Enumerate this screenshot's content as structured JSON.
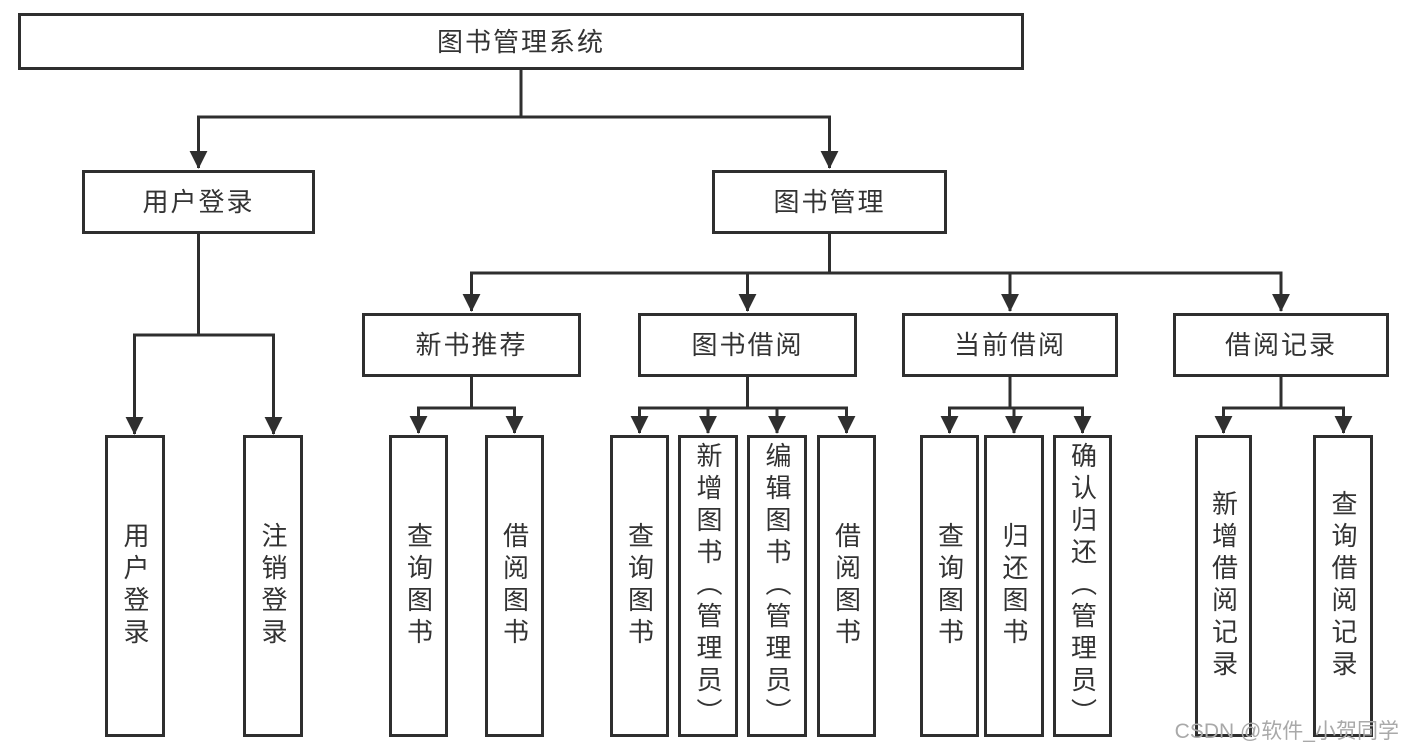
{
  "diagram": {
    "root": "图书管理系统",
    "level2": {
      "user_login": "用户登录",
      "book_management": "图书管理"
    },
    "level3": {
      "new_book_recommend": "新书推荐",
      "book_borrowing": "图书借阅",
      "current_borrowing": "当前借阅",
      "borrowing_records": "借阅记录"
    },
    "leaves": {
      "user_login": [
        "用户登录",
        "注销登录"
      ],
      "new_book_recommend": [
        "查询图书",
        "借阅图书"
      ],
      "book_borrowing": [
        "查询图书",
        "新增图书（管理员）",
        "编辑图书（管理员）",
        "借阅图书"
      ],
      "current_borrowing": [
        "查询图书",
        "归还图书",
        "确认归还（管理员）"
      ],
      "borrowing_records": [
        "新增借阅记录",
        "查询借阅记录"
      ]
    },
    "colors": {
      "line": "#2f2f2f",
      "text": "#333333",
      "watermark": "#a9a9a9",
      "background": "#ffffff"
    },
    "watermark": "CSDN @软件_小贺同学"
  }
}
